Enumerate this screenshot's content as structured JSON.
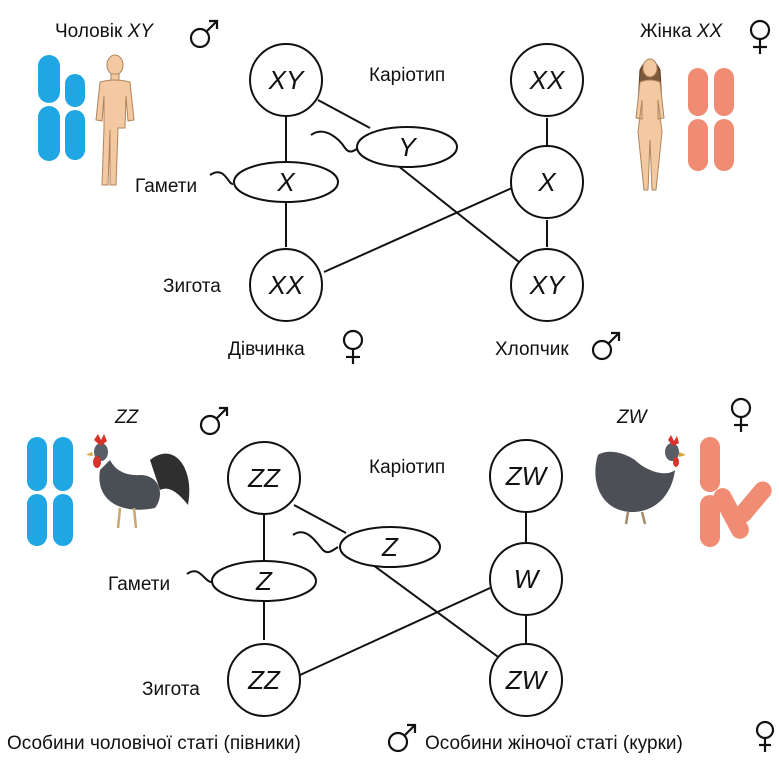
{
  "top": {
    "male_title": "Чоловік",
    "male_genotype": "XY",
    "female_title": "Жінка",
    "female_genotype": "XX",
    "karyotype_label": "Каріотип",
    "gametes_label": "Гамети",
    "zygote_label": "Зигота",
    "father_karyotype": "XY",
    "mother_karyotype": "XX",
    "gamete_father_x": "X",
    "gamete_father_y": "Y",
    "gamete_mother_x": "X",
    "zygote_girl": "XX",
    "zygote_boy": "XY",
    "girl_label": "Дівчинка",
    "boy_label": "Хлопчик"
  },
  "bottom": {
    "male_genotype": "ZZ",
    "female_genotype": "ZW",
    "karyotype_label": "Каріотип",
    "gametes_label": "Гамети",
    "zygote_label": "Зигота",
    "father_karyotype": "ZZ",
    "mother_karyotype": "ZW",
    "gamete_father_z1": "Z",
    "gamete_father_z2": "Z",
    "gamete_mother_w": "W",
    "zygote_male": "ZZ",
    "zygote_female": "ZW",
    "male_caption": "Особини чоловічої статі (півники)",
    "female_caption": "Особини жіночої статі (курки)"
  },
  "colors": {
    "male_chromosome": "#1fa6e3",
    "female_chromosome": "#f08c73",
    "skin": "#f2c9a0"
  },
  "icons": [
    "male-symbol-icon",
    "female-symbol-icon",
    "man-figure-icon",
    "woman-figure-icon",
    "rooster-icon",
    "hen-icon"
  ]
}
